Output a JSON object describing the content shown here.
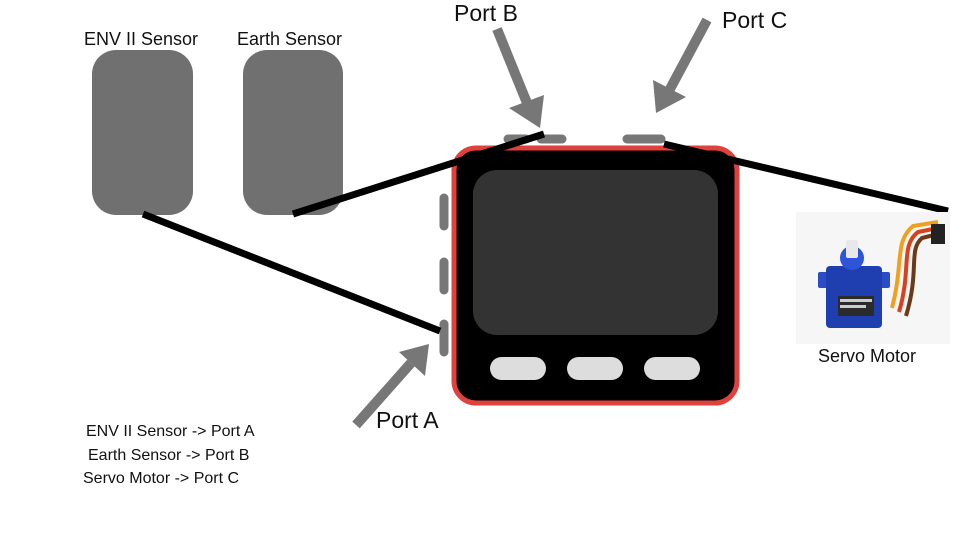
{
  "labels": {
    "env_sensor": "ENV II Sensor",
    "earth_sensor": "Earth Sensor",
    "port_a": "Port A",
    "port_b": "Port B",
    "port_c": "Port C",
    "servo": "Servo Motor"
  },
  "legend": [
    "ENV II Sensor -> Port A",
    "Earth Sensor -> Port B",
    "Servo Motor -> Port C"
  ],
  "colors": {
    "sensor_fill": "#707070",
    "device_border": "#e0413d",
    "device_body": "#000000",
    "screen": "#333333",
    "button": "#dddddd",
    "port": "#777777",
    "arrow": "#777777",
    "wire": "#000000",
    "servo_body": "#1f3fb0"
  }
}
